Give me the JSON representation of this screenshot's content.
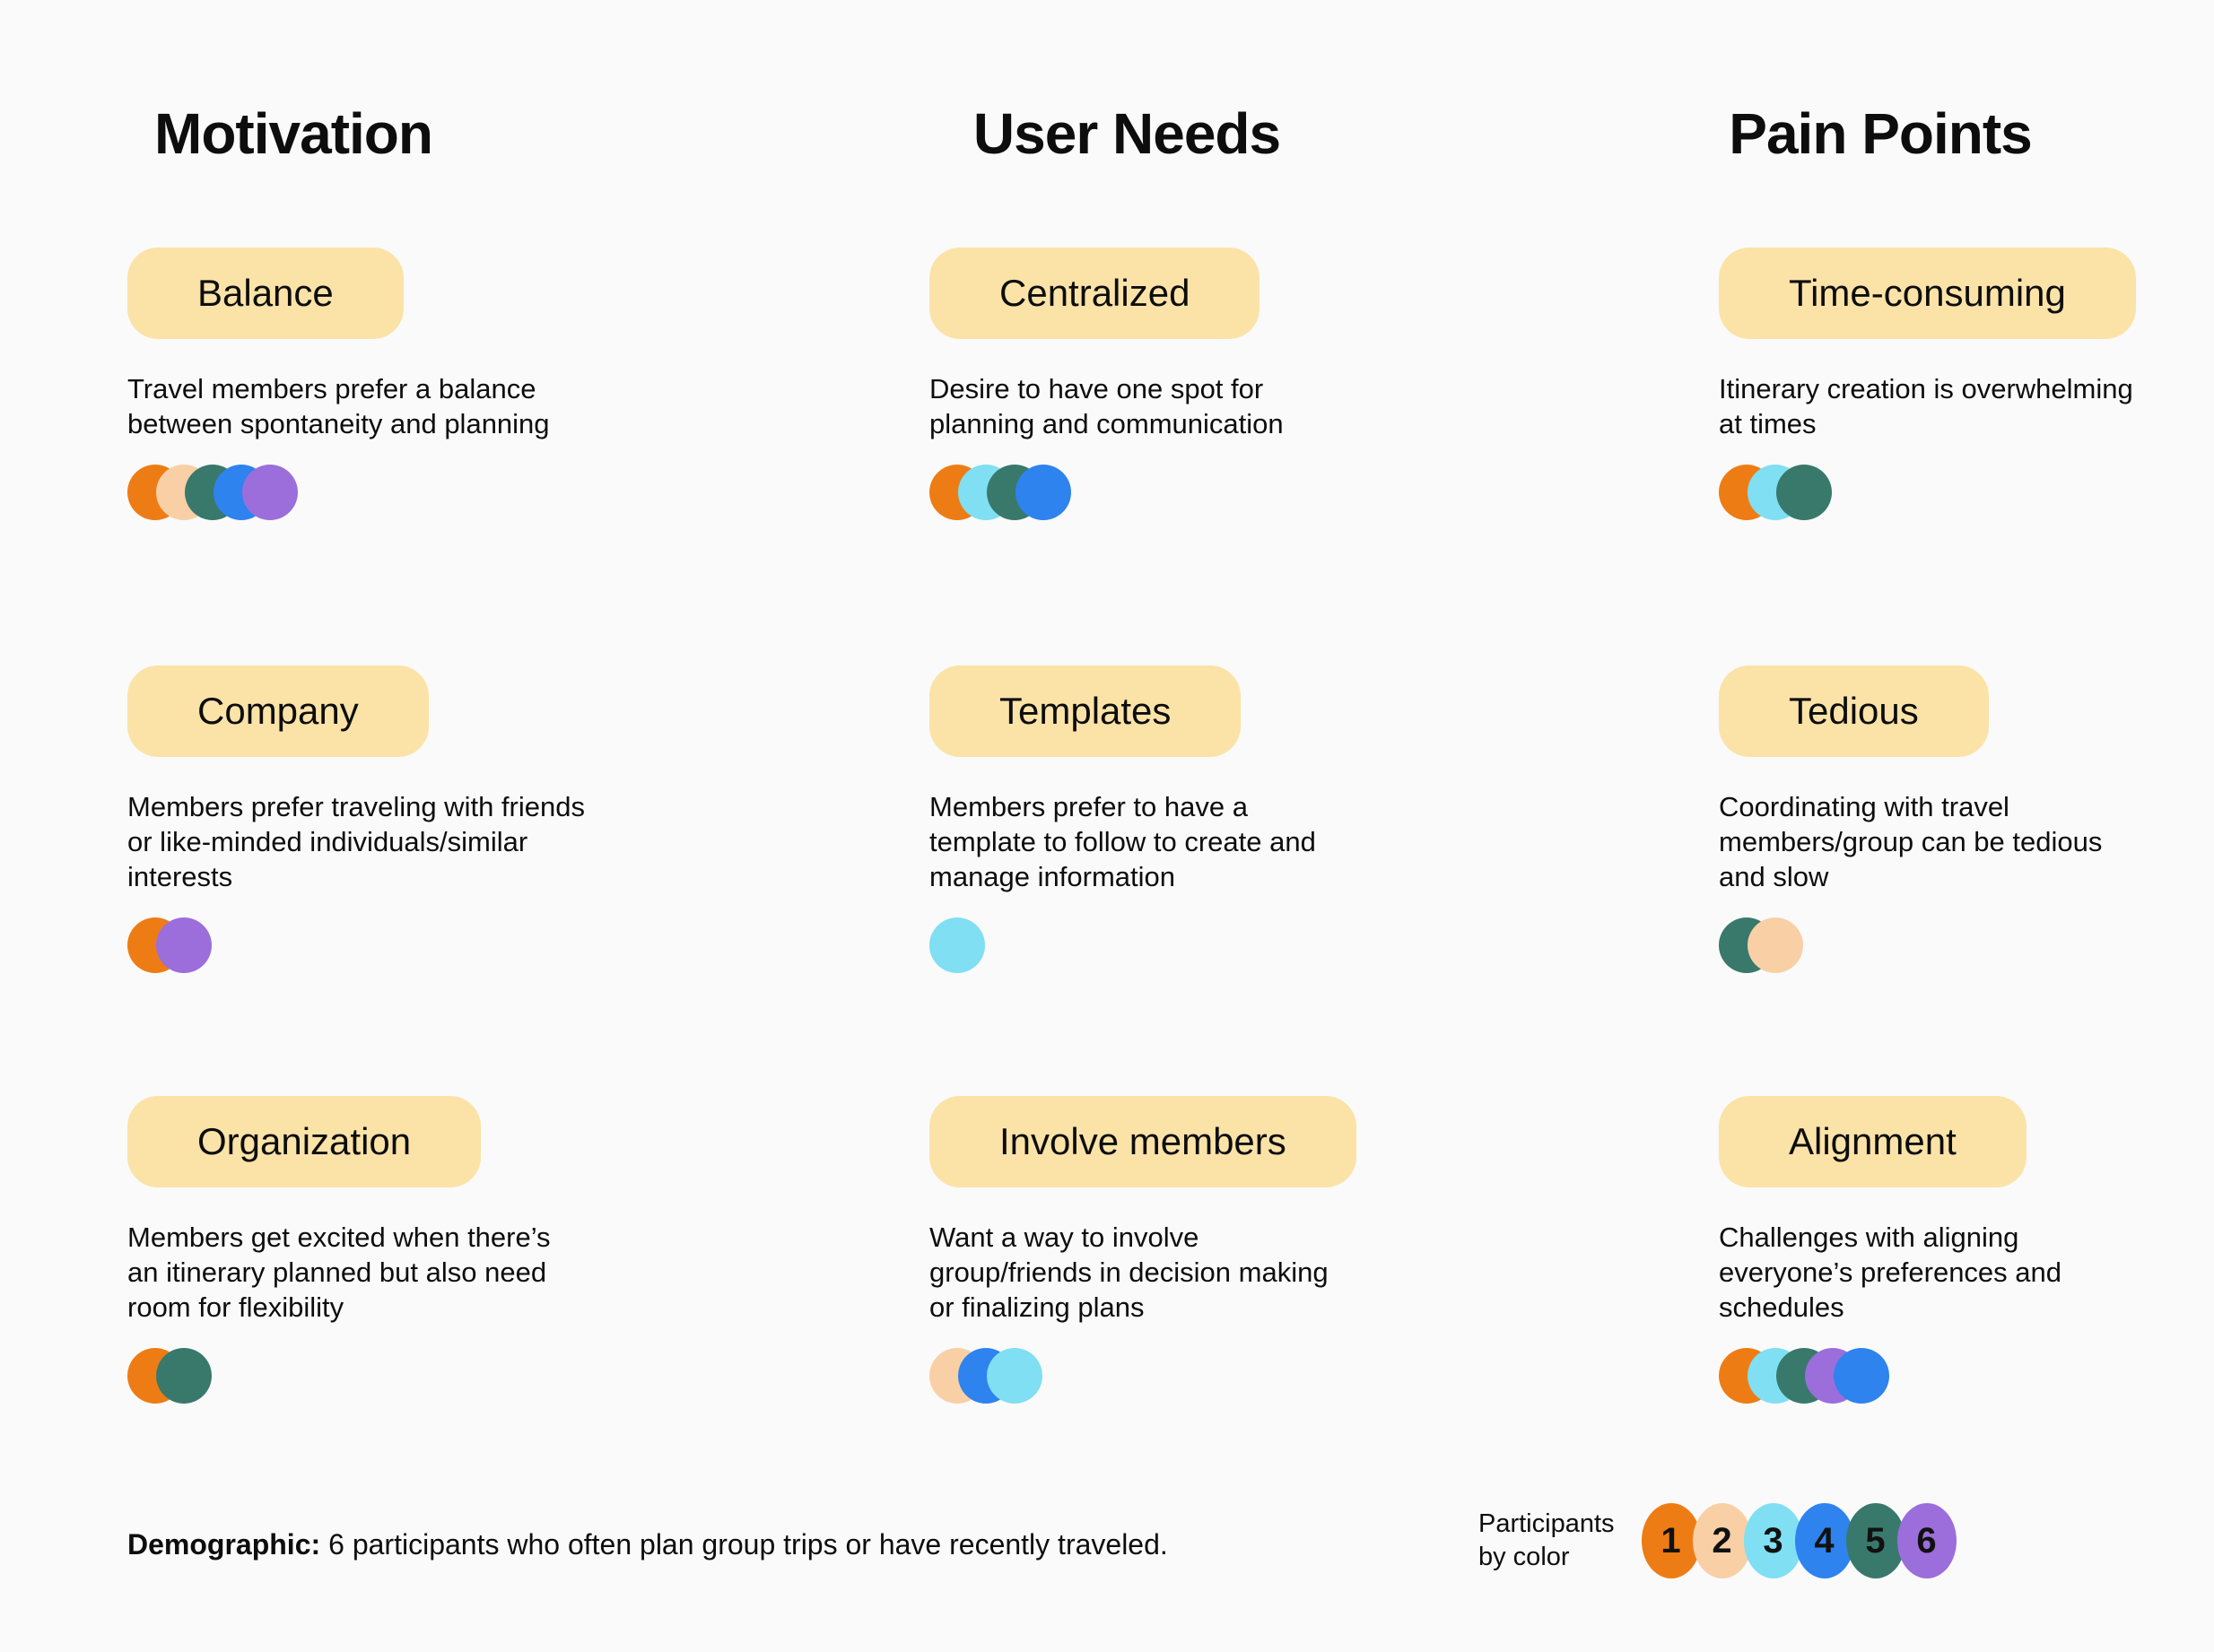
{
  "palette": {
    "orange": "#EE7C15",
    "peach": "#F9CFA6",
    "cyan": "#80DFF2",
    "blue": "#2E83EE",
    "teal": "#38796C",
    "purple": "#9B6EDC",
    "pill_yellow": "#FBE3A8",
    "background": "#FAFAFA",
    "text": "#0D0D0D"
  },
  "columns": [
    {
      "title": "Motivation",
      "cards": [
        {
          "pill": "Balance",
          "body": "Travel members prefer a balance between spontaneity and planning",
          "dots": [
            "orange",
            "peach",
            "teal",
            "blue",
            "purple"
          ]
        },
        {
          "pill": "Company",
          "body": "Members prefer traveling with friends or like-minded individuals/similar interests",
          "dots": [
            "orange",
            "purple"
          ]
        },
        {
          "pill": "Organization",
          "body": "Members get excited when there’s an itinerary planned but also need room for flexibility",
          "dots": [
            "orange",
            "teal"
          ]
        }
      ]
    },
    {
      "title": "User Needs",
      "cards": [
        {
          "pill": "Centralized",
          "body": "Desire to have one spot for planning and communication",
          "dots": [
            "orange",
            "cyan",
            "teal",
            "blue"
          ]
        },
        {
          "pill": "Templates",
          "body": "Members prefer to have a template to follow to create and manage information",
          "dots": [
            "cyan"
          ]
        },
        {
          "pill": "Involve members",
          "body": "Want a way to involve group/friends in decision making or finalizing plans",
          "dots": [
            "peach",
            "blue",
            "cyan"
          ]
        }
      ]
    },
    {
      "title": "Pain Points",
      "cards": [
        {
          "pill": "Time-consuming",
          "body": "Itinerary creation is overwhelming at times",
          "dots": [
            "orange",
            "cyan",
            "teal"
          ]
        },
        {
          "pill": "Tedious",
          "body": "Coordinating with travel members/group can be tedious and slow",
          "dots": [
            "teal",
            "peach"
          ]
        },
        {
          "pill": "Alignment",
          "body": "Challenges with aligning everyone’s preferences and schedules",
          "dots": [
            "orange",
            "cyan",
            "teal",
            "purple",
            "blue"
          ]
        }
      ]
    }
  ],
  "legend": {
    "label_line1": "Participants",
    "label_line2": "by color",
    "items": [
      {
        "number": "1",
        "color_key": "orange"
      },
      {
        "number": "2",
        "color_key": "peach"
      },
      {
        "number": "3",
        "color_key": "cyan"
      },
      {
        "number": "4",
        "color_key": "blue"
      },
      {
        "number": "5",
        "color_key": "teal"
      },
      {
        "number": "6",
        "color_key": "purple"
      }
    ]
  },
  "footer": {
    "demographic_label": "Demographic:",
    "demographic_text": "6 participants who often plan group trips or have recently traveled."
  }
}
